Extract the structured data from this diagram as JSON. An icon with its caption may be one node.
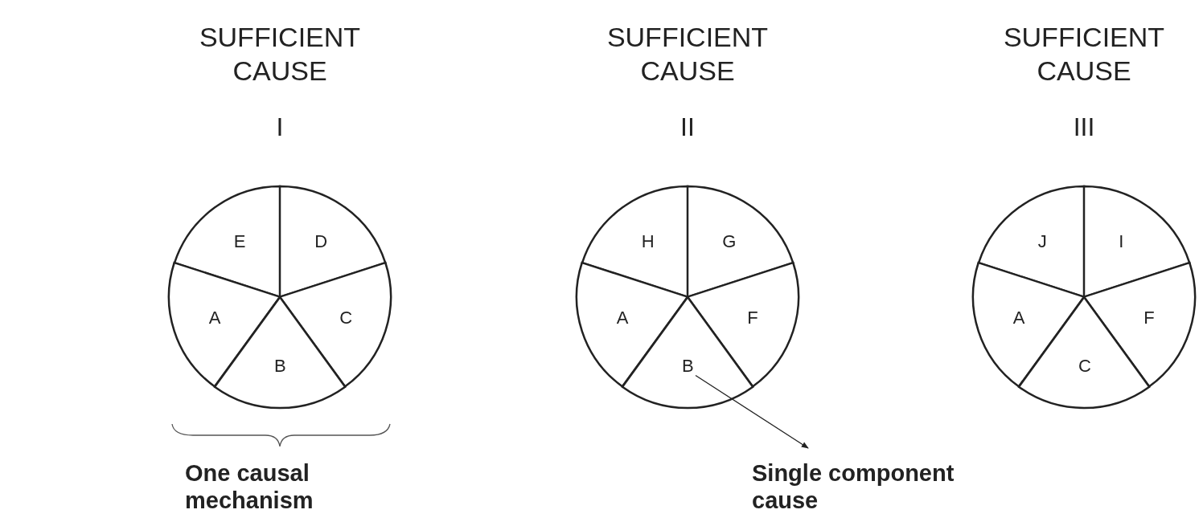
{
  "diagram": {
    "nodes": [
      {
        "text": [
          "SUFFICIENT CAUSE",
          "I"
        ]
      },
      {
        "text": [
          "E"
        ],
        "in": 0
      },
      {
        "text": [
          "D"
        ],
        "in": 0
      },
      {
        "text": [
          "A"
        ],
        "in": 0
      },
      {
        "text": [
          "C"
        ],
        "in": 0
      },
      {
        "text": [
          "B"
        ],
        "in": 0
      },
      {
        "text": [
          "SUFFICIENT CAUSE",
          "II"
        ]
      },
      {
        "text": [
          "H"
        ],
        "in": 6
      },
      {
        "text": [
          "G"
        ],
        "in": 6
      },
      {
        "text": [
          "A"
        ],
        "in": 6
      },
      {
        "text": [
          "F"
        ],
        "in": 6
      },
      {
        "text": [
          "B"
        ],
        "in": 6
      },
      {
        "text": [
          "SUFFICIENT CAUSE",
          "III"
        ]
      },
      {
        "text": [
          "J"
        ],
        "in": 12
      },
      {
        "text": [
          "I"
        ],
        "in": 12
      },
      {
        "text": [
          "A"
        ],
        "in": 12
      },
      {
        "text": [
          "F"
        ],
        "in": 12
      },
      {
        "text": [
          "C"
        ],
        "in": 12
      },
      {
        "text": [
          "Single component cause"
        ]
      }
    ],
    "edges": [
      {
        "from": 11,
        "to": 18,
        "arrow": "to"
      }
    ],
    "labels": [
      "One causal mechanism"
    ]
  }
}
